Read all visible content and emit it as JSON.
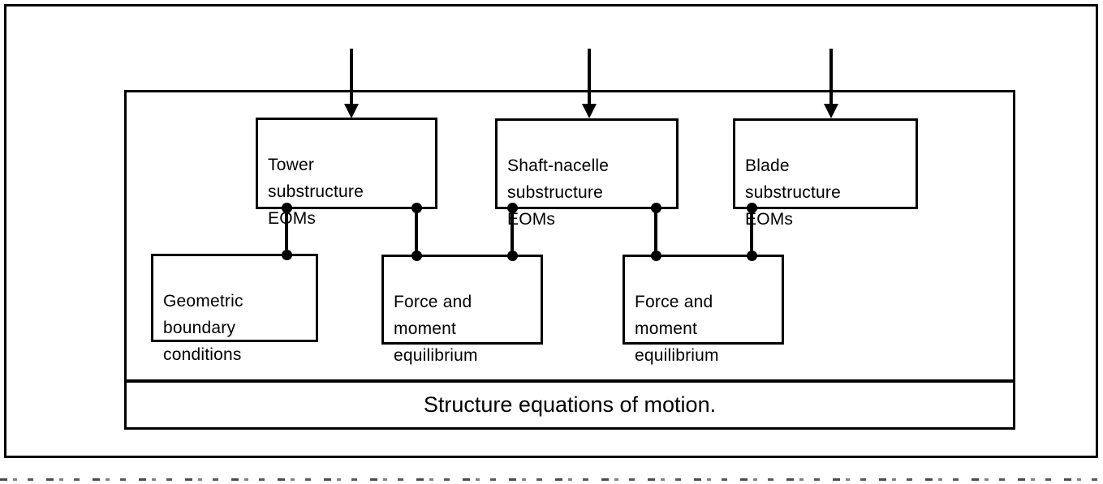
{
  "figure": {
    "caption": "Structure equations of motion.",
    "ink_color": "#000000",
    "paper_color": "#ffffff"
  },
  "nodes": {
    "tower": {
      "label": "Tower\nsubstructure\nEOMs"
    },
    "shaft_nacelle": {
      "label": "Shaft-nacelle\nsubstructure\nEOMs"
    },
    "blade": {
      "label": "Blade\nsubstructure\nEOMs"
    },
    "geometric_bc": {
      "label": "Geometric\nboundary\nconditions"
    },
    "force_moment_a": {
      "label": "Force and\nmoment\nequilibrium"
    },
    "force_moment_b": {
      "label": "Force and\nmoment\nequilibrium"
    }
  },
  "arrows": {
    "count": 3,
    "direction": "down",
    "targets": [
      "tower",
      "shaft_nacelle",
      "blade"
    ]
  },
  "connectors": [
    {
      "from": "tower",
      "to": "geometric_bc"
    },
    {
      "from": "tower",
      "to": "force_moment_a"
    },
    {
      "from": "shaft_nacelle",
      "to": "force_moment_a"
    },
    {
      "from": "shaft_nacelle",
      "to": "force_moment_b"
    },
    {
      "from": "blade",
      "to": "force_moment_b"
    }
  ]
}
